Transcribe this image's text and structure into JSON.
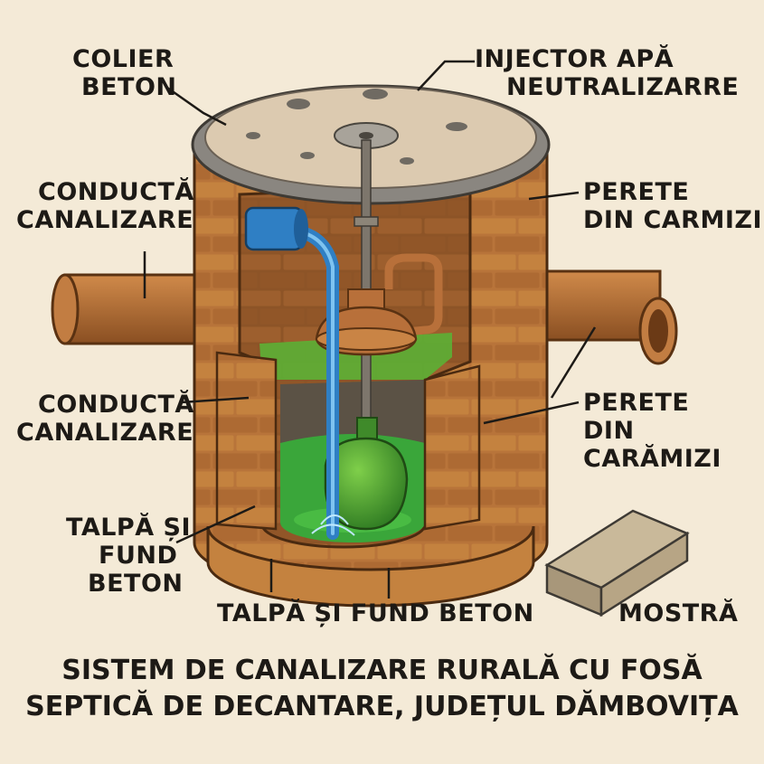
{
  "labels": {
    "colier": [
      "COLIER",
      "BETON"
    ],
    "injector": [
      "INJECTOR APĂ",
      "NEUTRALIZARRE"
    ],
    "conducta_top": [
      "CONDUCTĂ",
      "CANALIZARE"
    ],
    "perete_top": [
      "PERETE",
      "DIN CARMIZI"
    ],
    "conducta_bottom": [
      "CONDUCTĂ",
      "CANALIZARE"
    ],
    "perete_bottom": [
      "PERETE",
      "DIN",
      "CARĂMIZI"
    ],
    "talpa_left": [
      "TALPĂ ȘI",
      "FUND",
      "BETON"
    ],
    "talpa_bottom": "TALPĂ ȘI FUND BETON",
    "mostra": "MOSTRĂ"
  },
  "title": [
    "SISTEM DE CANALIZARE RURALĂ CU FOSĂ",
    "SEPTICĂ DE DECANTARE, JUDEȚUL DĂMBOVIȚA"
  ],
  "colors": {
    "background": "#f4ead7",
    "brick": "#b8743a",
    "brick_mortar": "#6e3f1c",
    "concrete": "#d9c6a6",
    "water": "#3aa63a",
    "pipe_blue": "#2f7fc4",
    "pipe_copper": "#b8703a"
  }
}
